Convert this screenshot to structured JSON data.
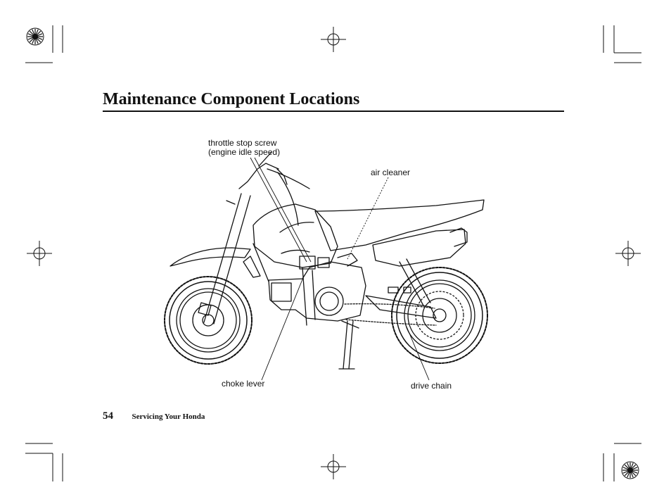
{
  "page": {
    "title": "Maintenance Component Locations",
    "number": "54",
    "section": "Servicing Your Honda"
  },
  "callouts": {
    "throttle_stop_screw": {
      "line1": "throttle stop screw",
      "line2": "(engine idle speed)"
    },
    "air_cleaner": "air cleaner",
    "choke_lever": "choke lever",
    "drive_chain": "drive chain"
  },
  "colors": {
    "ink": "#111111",
    "paper": "#ffffff"
  },
  "icons": [
    "registration-mark-icon",
    "crop-mark-icon",
    "starburst-icon"
  ]
}
